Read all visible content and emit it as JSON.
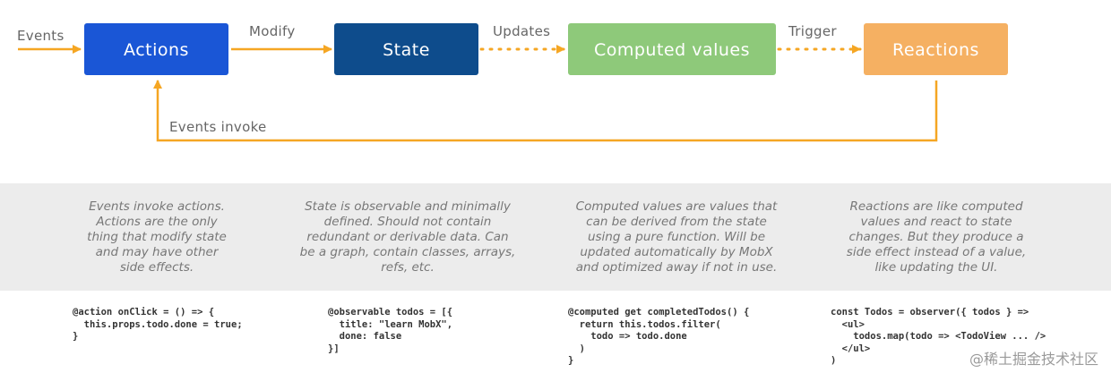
{
  "nodes": {
    "actions": {
      "label": "Actions",
      "color": "#1a56d6"
    },
    "state": {
      "label": "State",
      "color": "#0e4c8c"
    },
    "computed": {
      "label": "Computed values",
      "color": "#8ec97a"
    },
    "reactions": {
      "label": "Reactions",
      "color": "#f5b062"
    }
  },
  "edges": {
    "events": "Events",
    "modify": "Modify",
    "updates": "Updates",
    "trigger": "Trigger",
    "events_invoke": "Events invoke"
  },
  "arrow_color": "#f5a623",
  "descriptions": [
    "Events invoke actions.\nActions are the only\nthing that modify state\nand may have other\nside effects.",
    "State is observable and minimally\ndefined. Should not contain\nredundant or derivable data. Can\nbe a graph, contain classes, arrays,\nrefs, etc.",
    "Computed values are values that\ncan be derived from the state\nusing a pure function. Will be\nupdated automatically by MobX\nand optimized away if not in use.",
    "Reactions are like computed\nvalues and react to state\nchanges. But they produce a\nside effect instead of a value,\nlike updating the UI."
  ],
  "code": [
    "@action onClick = () => {\n  this.props.todo.done = true;\n}",
    "@observable todos = [{\n  title: \"learn MobX\",\n  done: false\n}]",
    "@computed get completedTodos() {\n  return this.todos.filter(\n    todo => todo.done\n  )\n}",
    "const Todos = observer({ todos } =>\n  <ul>\n    todos.map(todo => <TodoView ... />\n  </ul>\n)"
  ],
  "watermark": "@稀土掘金技术社区"
}
